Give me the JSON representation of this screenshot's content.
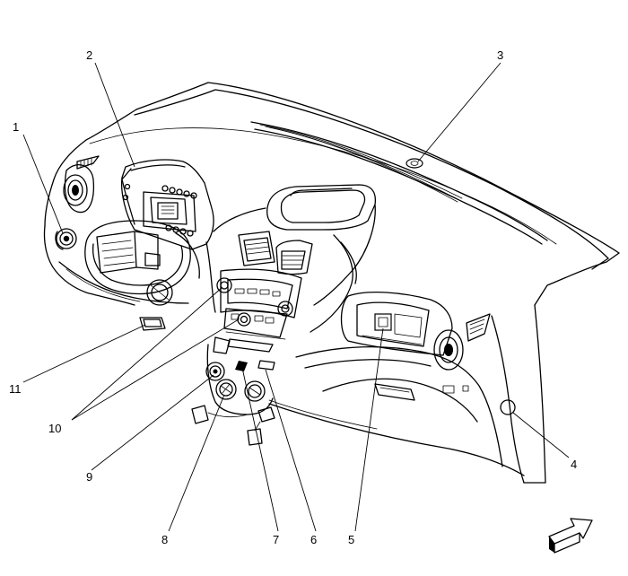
{
  "diagram": {
    "callouts": [
      {
        "id": "1",
        "label": "1"
      },
      {
        "id": "2",
        "label": "2"
      },
      {
        "id": "3",
        "label": "3"
      },
      {
        "id": "4",
        "label": "4"
      },
      {
        "id": "5",
        "label": "5"
      },
      {
        "id": "6",
        "label": "6"
      },
      {
        "id": "7",
        "label": "7"
      },
      {
        "id": "8",
        "label": "8"
      },
      {
        "id": "9",
        "label": "9"
      },
      {
        "id": "10",
        "label": "10"
      },
      {
        "id": "11",
        "label": "11"
      }
    ],
    "icons": {
      "direction": "forward-arrow-icon"
    },
    "colors": {
      "line": "#000000",
      "background": "#ffffff"
    }
  }
}
